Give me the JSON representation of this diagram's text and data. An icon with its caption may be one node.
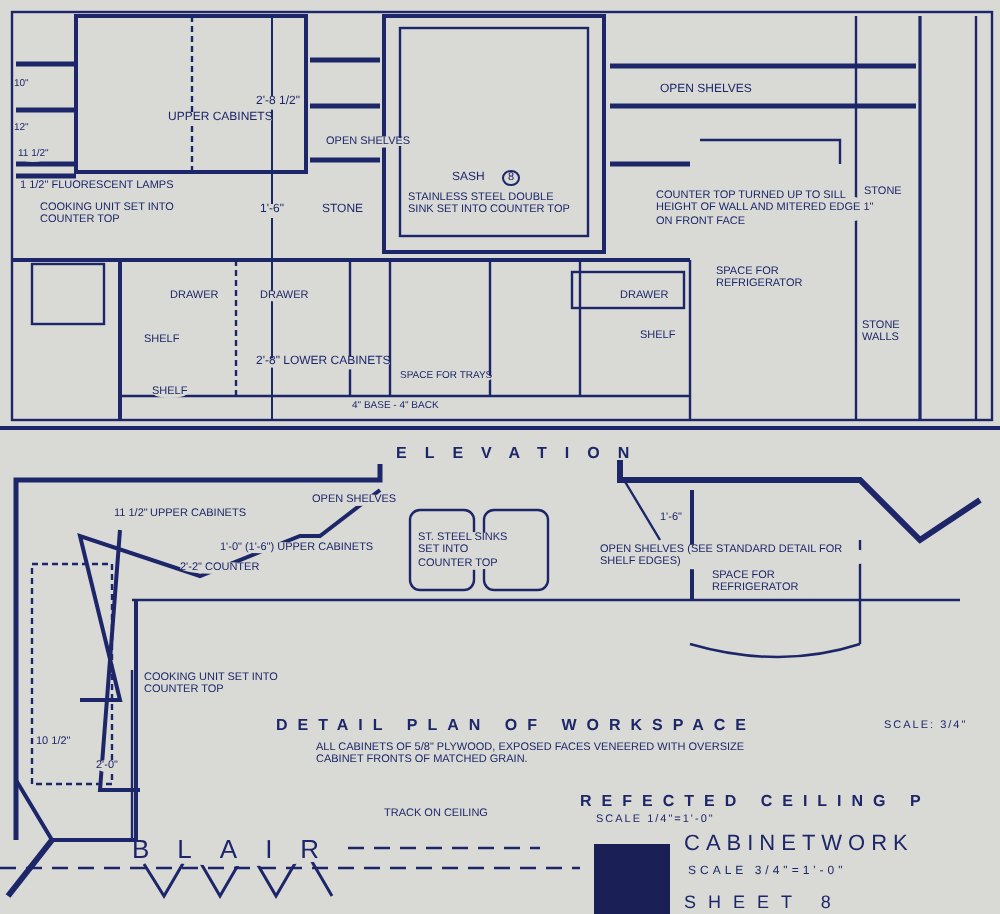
{
  "diagram": {
    "labels": [
      "2'-8 1/2\"",
      "UPPER CABINETS",
      "OPEN SHELVES",
      "OPEN SHELVES",
      "10\"",
      "12\"",
      "11 1/2\"",
      "1 1/2\" FLUORESCENT LAMPS",
      "SASH",
      "8",
      "STAINLESS STEEL DOUBLE SINK SET INTO COUNTER TOP",
      "1'-6\"",
      "STONE",
      "COOKING UNIT SET INTO COUNTER TOP",
      "COUNTER TOP TURNED UP TO SILL HEIGHT OF WALL AND MITERED EDGE 1\" ON FRONT FACE",
      "STONE",
      "SPACE FOR REFRIGERATOR",
      "STONE WALLS",
      "DRAWER",
      "DRAWER",
      "DRAWER",
      "SHELF",
      "2'-8\" LOWER CABINETS",
      "SPACE FOR TRAYS",
      "SHELF",
      "SHELF",
      "4\" BASE - 4\" BACK",
      "ELEVATION",
      "11 1/2\"",
      "UPPER CABINETS",
      "OPEN SHELVES",
      "1'-0\" (1'-6\") UPPER CABINETS",
      "2'-2\" COUNTER",
      "ST. STEEL SINKS SET INTO COUNTER TOP",
      "1'-6\"",
      "OPEN SHELVES (SEE STANDARD DETAIL FOR SHELF EDGES)",
      "SPACE FOR REFRIGERATOR",
      "COOKING UNIT SET INTO COUNTER TOP",
      "10 1/2\"",
      "2'-0\"",
      "DETAIL PLAN OF WORKSPACE",
      "SCALE: 3/4\"",
      "ALL CABINETS OF 5/8\" PLYWOOD, EXPOSED FACES VENEERED WITH OVERSIZE CABINET FRONTS OF MATCHED GRAIN.",
      "TRACK ON CEILING",
      "REFECTED CEILING P",
      "SCALE 1/4\"=1'-0\"",
      "BLAIR",
      "CABINETWORK",
      "SCALE 3/4\"=1'-0\"",
      "SHEET 8"
    ]
  }
}
